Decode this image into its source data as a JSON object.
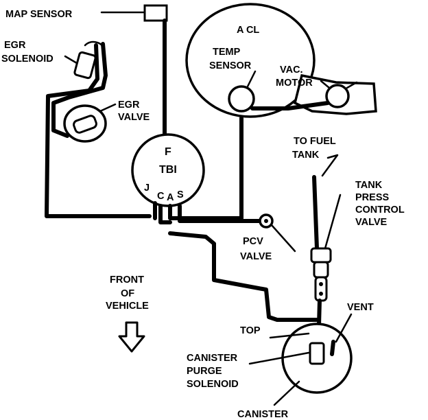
{
  "labels": {
    "map_sensor": "MAP SENSOR",
    "egr_solenoid_line1": "EGR",
    "egr_solenoid_line2": "SOLENOID",
    "egr_valve_line1": "EGR",
    "egr_valve_line2": "VALVE",
    "acl": "A CL",
    "temp_sensor_line1": "TEMP",
    "temp_sensor_line2": "SENSOR",
    "vac_motor_line1": "VAC.",
    "vac_motor_line2": "MOTOR",
    "tbi": "TBI",
    "port_f": "F",
    "port_j": "J",
    "port_c": "C",
    "port_a": "A",
    "port_s": "S",
    "to_fuel_tank_line1": "TO FUEL",
    "to_fuel_tank_line2": "TANK",
    "tank_press_line1": "TANK",
    "tank_press_line2": "PRESS",
    "tank_press_line3": "CONTROL",
    "tank_press_line4": "VALVE",
    "pcv_line1": "PCV",
    "pcv_line2": "VALVE",
    "front_line1": "FRONT",
    "front_line2": "OF",
    "front_line3": "VEHICLE",
    "vent": "VENT",
    "top": "TOP",
    "canister_purge_line1": "CANISTER",
    "canister_purge_line2": "PURGE",
    "canister_purge_line3": "SOLENOID",
    "canister": "CANISTER"
  },
  "icons": {
    "front_arrow": "down-arrow-icon"
  }
}
